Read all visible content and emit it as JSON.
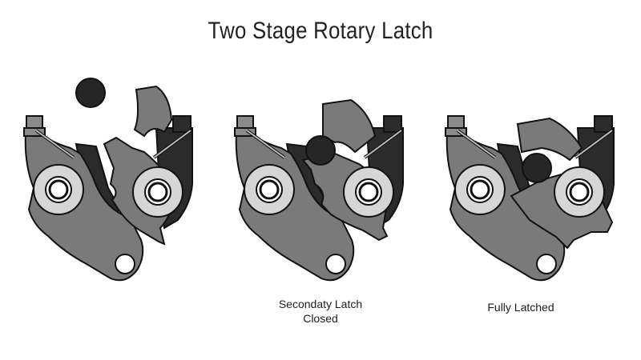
{
  "title": "Two Stage Rotary Latch",
  "stages": [
    {
      "caption_line1": "",
      "caption_line2": ""
    },
    {
      "caption_line1": "Secondaty Latch",
      "caption_line2": "Closed"
    },
    {
      "caption_line1": "Fully Latched",
      "caption_line2": ""
    }
  ],
  "colors": {
    "body": "#7a7a7a",
    "dark_plate": "#2b2b2b",
    "outline": "#111111",
    "washer": "#d6d6d6",
    "striker": "#262626",
    "spring": "#9a9a9a",
    "hole": "#ffffff"
  }
}
